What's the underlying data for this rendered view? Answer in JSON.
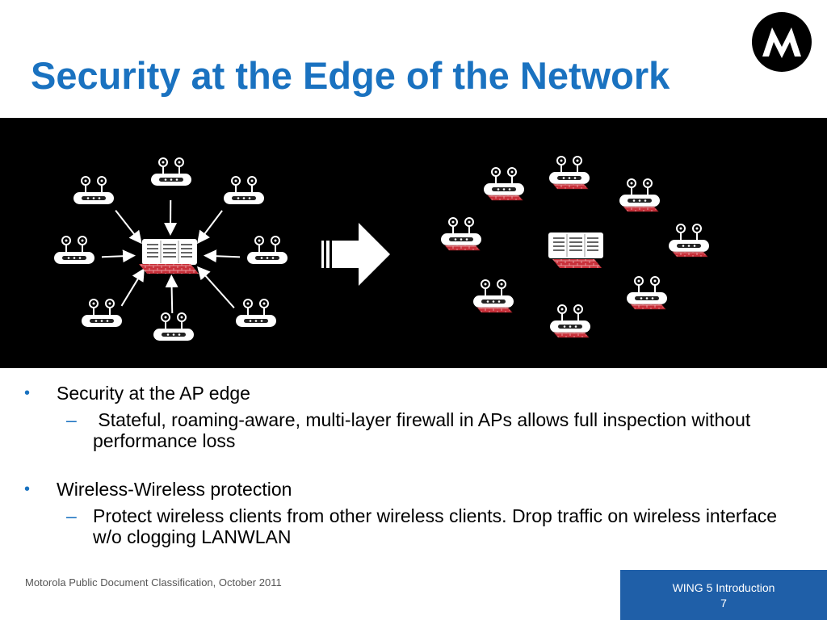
{
  "slide": {
    "title": "Security at the Edge of the Network"
  },
  "bullets": [
    {
      "text": "Security at the AP edge",
      "sub": [
        " Stateful, roaming-aware, multi-layer firewall in APs allows full inspection without performance loss"
      ]
    },
    {
      "text": "Wireless-Wireless protection",
      "sub": [
        "Protect wireless clients from other wireless clients. Drop traffic on wireless interface w/o clogging LANWLAN"
      ]
    }
  ],
  "markers": {
    "bullet": "•",
    "dash": "–"
  },
  "footer": {
    "classification": "Motorola Public Document Classification, October 2011",
    "title": "WING 5 Introduction",
    "page_number": "7"
  },
  "colors": {
    "title": "#1a72c0",
    "diagram_background": "#000000",
    "firewall": "#c8303a",
    "footer_box": "#1f5fa8"
  },
  "icons": {
    "logo": "motorola-logo",
    "access_point": "access-point-icon",
    "controller": "server-controller-icon",
    "firewall": "firewall-icon",
    "transition": "right-arrow-icon"
  }
}
